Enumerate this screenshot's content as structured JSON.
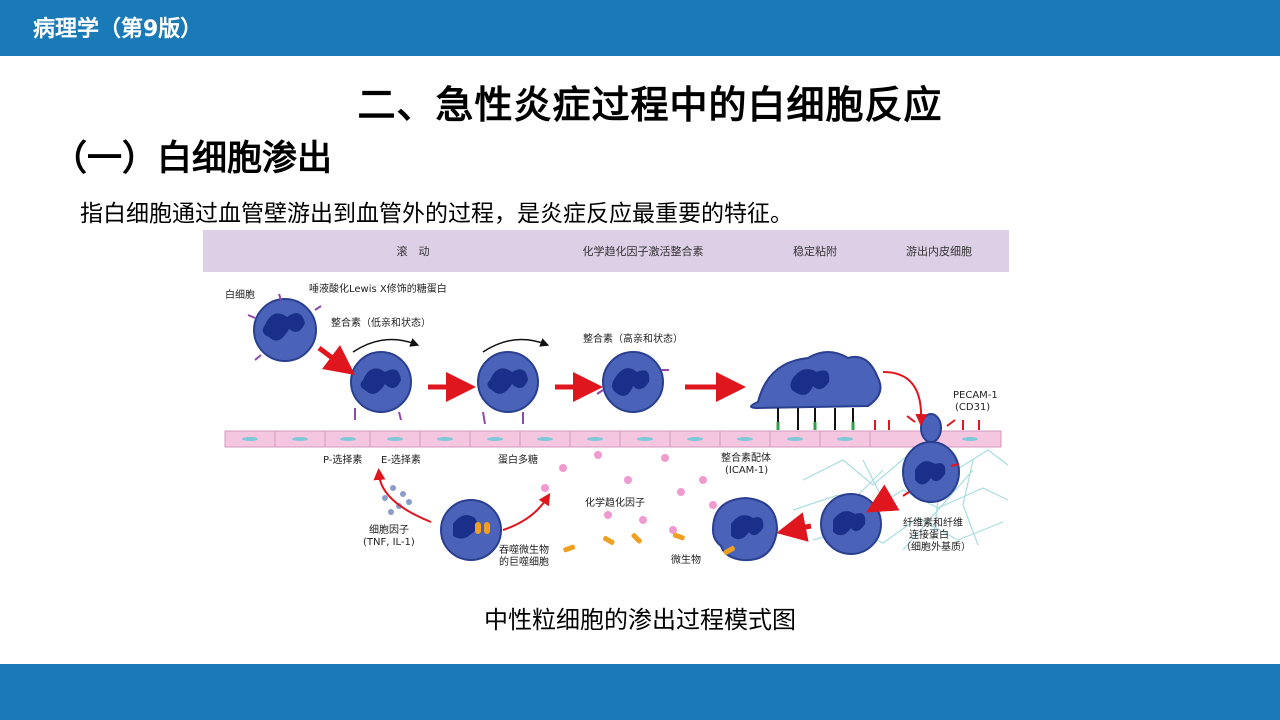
{
  "header": {
    "title": "病理学（第9版）"
  },
  "slide": {
    "heading": "二、急性炎症过程中的白细胞反应",
    "subheading": "（一）白细胞渗出",
    "paragraph": "指白细胞通过血管壁游出到血管外的过程，是炎症反应最重要的特征。",
    "caption": "中性粒细胞的渗出过程模式图"
  },
  "figure": {
    "stages": [
      "滚　动",
      "化学趋化因子激活整合素",
      "稳定粘附",
      "游出内皮细胞"
    ],
    "labels": {
      "leukocyte": "白细胞",
      "sialyl_lewis": "唾液酸化Lewis X修饰的糖蛋白",
      "integrin_low": "整合素（低亲和状态）",
      "integrin_high": "整合素（高亲和状态）",
      "p_selectin": "P-选择素",
      "e_selectin": "E-选择素",
      "proteoglycan": "蛋白多糖",
      "icam_1": "整合素配体",
      "icam_1_b": "(ICAM-1)",
      "pecam_1": "PECAM-1",
      "cd31": "(CD31)",
      "cytokines": "细胞因子",
      "cytokines_b": "(TNF, IL-1)",
      "macrophage": "吞噬微生物",
      "macrophage_b": "的巨噬细胞",
      "chemokines": "化学趋化因子",
      "microbe": "微生物",
      "fibrin": "纤维素和纤维",
      "fibrin_b": "连接蛋白",
      "fibrin_c": "（细胞外基质）"
    },
    "colors": {
      "stage_band": "#dccfe6",
      "cell": "#4a62b8",
      "nucleus": "#1a2f8a",
      "arrow": "#e0161e",
      "endothelium": "#f5c6e0"
    }
  }
}
